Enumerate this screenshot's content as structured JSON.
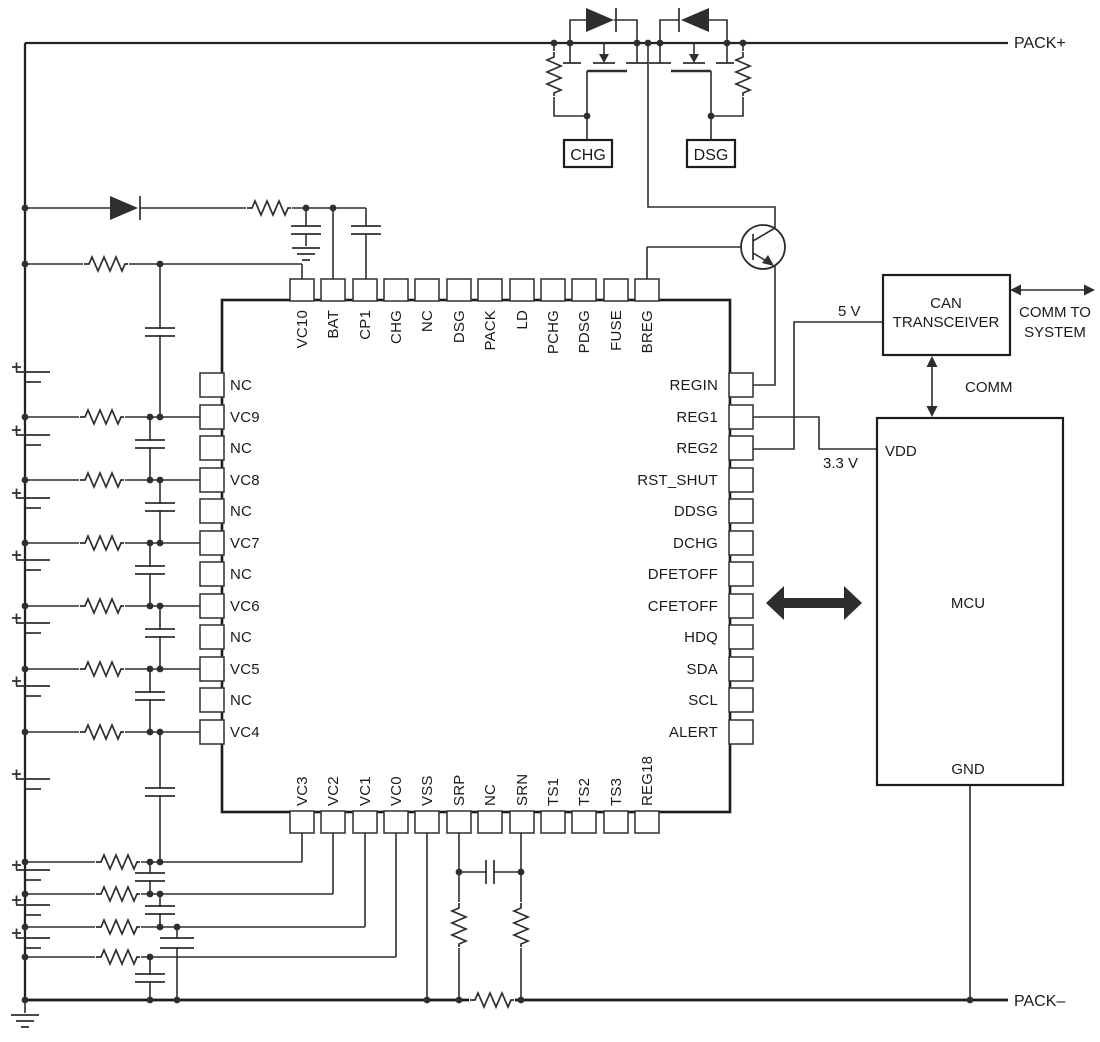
{
  "labels": {
    "pack_plus": "PACK+",
    "pack_minus": "PACK–",
    "chg_gate": "CHG",
    "dsg_gate": "DSG",
    "five_v": "5 V",
    "three_v3": "3.3 V",
    "comm": "COMM",
    "comm_to_line1": "COMM TO",
    "comm_to_line2": "SYSTEM",
    "can_line1": "CAN",
    "can_line2": "TRANSCEIVER",
    "vdd": "VDD",
    "mcu": "MCU",
    "gnd": "GND"
  },
  "ic": {
    "pins_top": [
      "VC10",
      "BAT",
      "CP1",
      "CHG",
      "NC",
      "DSG",
      "PACK",
      "LD",
      "PCHG",
      "PDSG",
      "FUSE",
      "BREG"
    ],
    "pins_bottom": [
      "VC3",
      "VC2",
      "VC1",
      "VC0",
      "VSS",
      "SRP",
      "NC",
      "SRN",
      "TS1",
      "TS2",
      "TS3",
      "REG18"
    ],
    "pins_left": [
      "NC",
      "VC9",
      "NC",
      "VC8",
      "NC",
      "VC7",
      "NC",
      "VC6",
      "NC",
      "VC5",
      "NC",
      "VC4"
    ],
    "pins_right": [
      "REGIN",
      "REG1",
      "REG2",
      "RST_SHUT",
      "DDSG",
      "DCHG",
      "DFETOFF",
      "CFETOFF",
      "HDQ",
      "SDA",
      "SCL",
      "ALERT"
    ]
  },
  "colors": {
    "line": "#2e2e2e",
    "text": "#1b1b1b",
    "background": "#ffffff"
  }
}
